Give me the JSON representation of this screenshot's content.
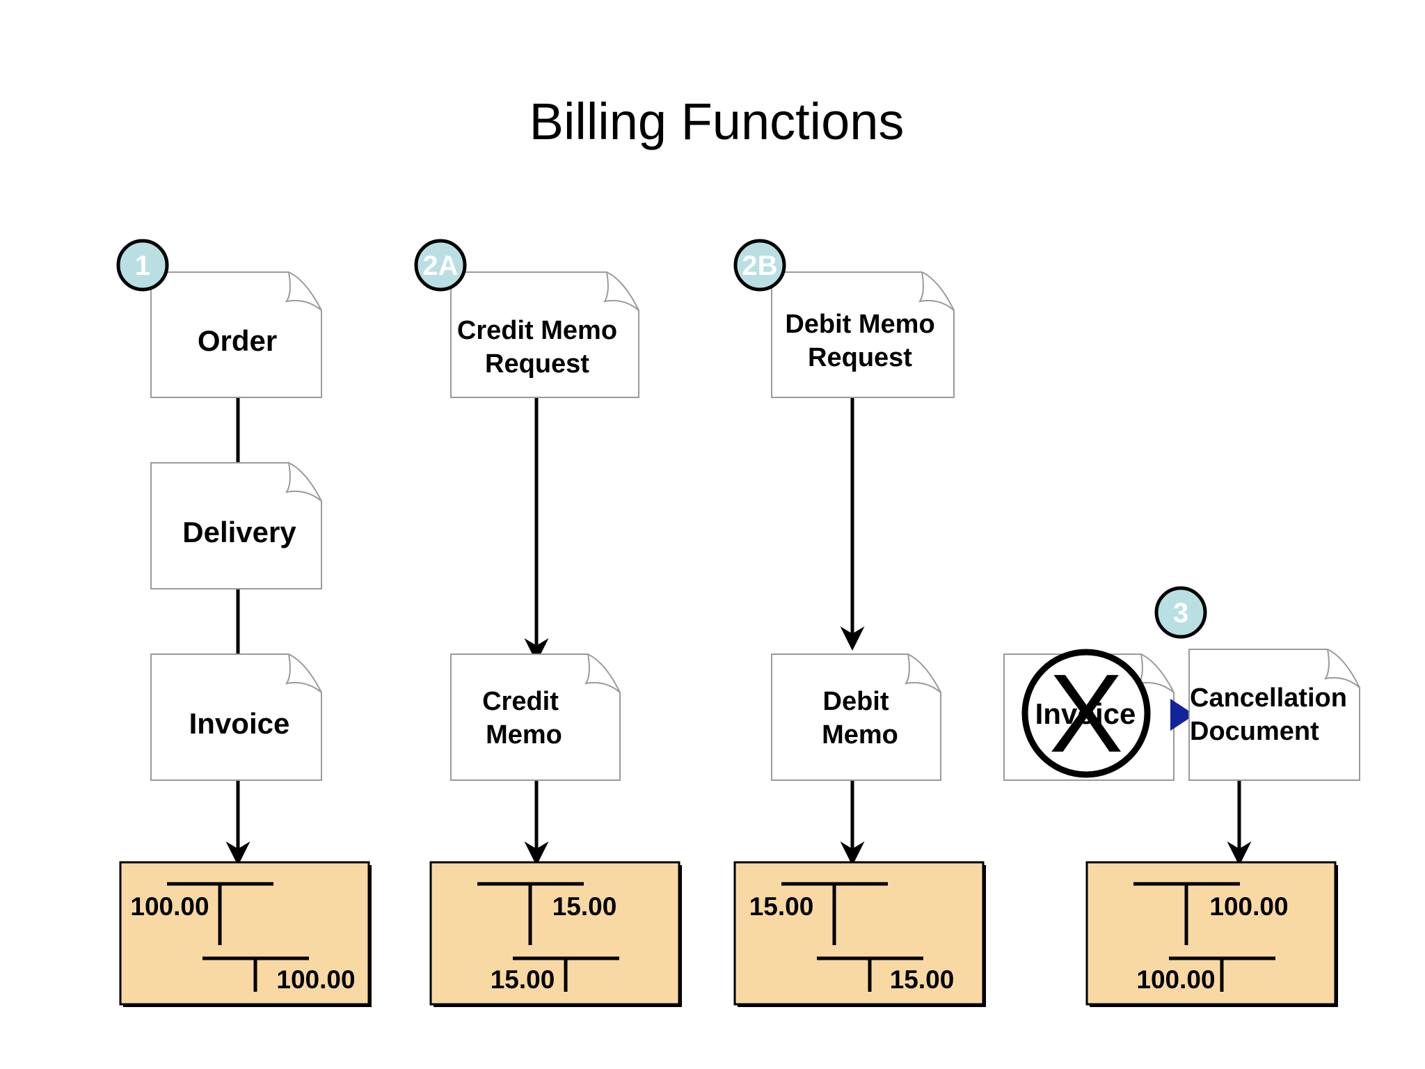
{
  "title": "Billing Functions",
  "colors": {
    "badge_fill": "#b9dfe3",
    "account_fill": "#f8d9a4",
    "doc_border": "#9a9a9a",
    "arrow_head": "#13239a"
  },
  "steps": {
    "order": {
      "badge": "1",
      "lines": [
        "Order"
      ]
    },
    "delivery": {
      "lines": [
        "Delivery"
      ]
    },
    "invoice": {
      "lines": [
        "Invoice"
      ]
    },
    "credit_memo_request": {
      "badge": "2A",
      "lines": [
        "Credit Memo",
        "Request"
      ]
    },
    "credit_memo": {
      "lines": [
        "Credit",
        "Memo"
      ]
    },
    "debit_memo_request": {
      "badge": "2B",
      "lines": [
        "Debit Memo",
        "Request"
      ]
    },
    "debit_memo": {
      "lines": [
        "Debit",
        "Memo"
      ]
    },
    "cancelled_invoice": {
      "lines": [
        "Invoice"
      ],
      "cancel_mark": "X"
    },
    "cancellation_document": {
      "badge": "3",
      "lines": [
        "Cancellation",
        "Document"
      ]
    }
  },
  "accounts": [
    {
      "upper_debit": "100.00",
      "lower_credit": "100.00"
    },
    {
      "upper_credit": "15.00",
      "lower_debit": "15.00"
    },
    {
      "upper_debit": "15.00",
      "lower_credit": "15.00"
    },
    {
      "upper_credit": "100.00",
      "lower_debit": "100.00"
    }
  ]
}
